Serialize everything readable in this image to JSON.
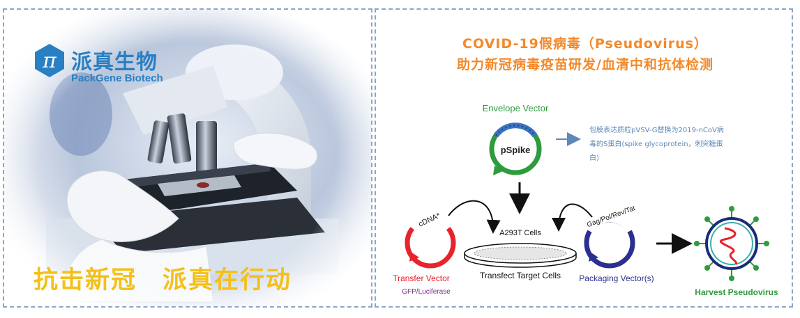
{
  "left": {
    "logo_cn": "派真生物",
    "logo_en": "PackGene Biotech",
    "logo_symbol": "π",
    "slogan": "抗击新冠　派真在行动",
    "colors": {
      "brand_blue": "#2a7fc2",
      "slogan_yellow": "#f4c018"
    }
  },
  "right": {
    "title_line1": "COVID-19假病毒（Pseudovirus）",
    "title_line2": "助力新冠病毒疫苗研发/血清中和抗体检测",
    "envelope_vector_label": "Envelope Vector",
    "pspike_label": "pSpike",
    "envelope_note": "包膜表达质粒pVSV-G替换为2019-nCoV病毒的S蛋白(spike glycoprotein，刺突糖蛋白)",
    "cdna_label": "cDNA*",
    "transfer_vector_label": "Transfer Vector",
    "gfp_label": "GFP/Luciferase",
    "cells_label": "A293T Cells",
    "transfect_label": "Transfect Target Cells",
    "gag_label": "Gag/Pol/Rev/Tat",
    "packaging_label": "Packaging Vector(s)",
    "harvest_label": "Harvest  Pseudovirus",
    "colors": {
      "title_orange": "#f3892a",
      "envelope_green": "#2e9b3e",
      "spike_blue": "#3a73c4",
      "transfer_red": "#e8232b",
      "gfp_purple": "#7a2a8c",
      "packaging_navy": "#2b2f8f",
      "harvest_green": "#2e9b3e"
    }
  }
}
